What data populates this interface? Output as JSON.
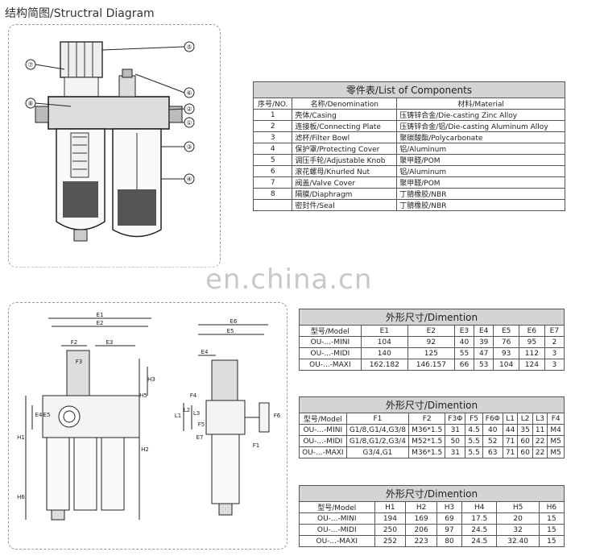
{
  "structural_title": "结构简图/Structral Diagram",
  "diagram_callouts": [
    "⑤",
    "⑦",
    "⑥",
    "⑧",
    "②",
    "①",
    "③",
    "④"
  ],
  "components": {
    "caption": "零件表/List of Components",
    "headers": [
      "序号/NO.",
      "名称/Denomination",
      "材料/Material"
    ],
    "rows": [
      {
        "no": "1",
        "name": "壳体/Casing",
        "material": "压铸锌合金/Die-casting Zinc Alloy"
      },
      {
        "no": "2",
        "name": "连接板/Connecting Plate",
        "material": "压铸锌合金/铝/Die-casting Aluminum Alloy"
      },
      {
        "no": "3",
        "name": "滤杯/Filter Bowl",
        "material": "聚碳酸酯/Polycarbonate"
      },
      {
        "no": "4",
        "name": "保护罩/Protecting Cover",
        "material": "铝/Aluminum"
      },
      {
        "no": "5",
        "name": "调压手轮/Adjustable Knob",
        "material": "聚甲醛/POM"
      },
      {
        "no": "6",
        "name": "滚花螺母/Knurled Nut",
        "material": "铝/Aluminum"
      },
      {
        "no": "7",
        "name": "阀盖/Valve Cover",
        "material": "聚甲醛/POM"
      },
      {
        "no": "8",
        "name": "隔膜/Diaphragm",
        "material": "丁腈橡胶/NBR"
      },
      {
        "no": "",
        "name": "密封件/Seal",
        "material": "丁腈橡胶/NBR"
      }
    ]
  },
  "dim1": {
    "caption": "外形尺寸/Dimention",
    "headers": [
      "型号/Model",
      "E1",
      "E2",
      "E3",
      "E4",
      "E5",
      "E6",
      "E7"
    ],
    "rows": [
      [
        "OU-...-MINI",
        "104",
        "92",
        "40",
        "39",
        "76",
        "95",
        "2"
      ],
      [
        "OU-...-MIDI",
        "140",
        "125",
        "55",
        "47",
        "93",
        "112",
        "3"
      ],
      [
        "OU-...-MAXI",
        "162.182",
        "146.157",
        "66",
        "53",
        "104",
        "124",
        "3"
      ]
    ]
  },
  "dim2": {
    "caption": "外形尺寸/Dimention",
    "headers": [
      "型号/Model",
      "F1",
      "F2",
      "F3Φ",
      "F5",
      "F6Φ",
      "L1",
      "L2",
      "L3",
      "F4"
    ],
    "rows": [
      [
        "OU-...-MINI",
        "G1/8,G1/4,G3/8",
        "M36*1.5",
        "31",
        "4.5",
        "40",
        "44",
        "35",
        "11",
        "M4"
      ],
      [
        "OU-...-MIDI",
        "G1/8,G1/2,G3/4",
        "M52*1.5",
        "50",
        "5.5",
        "52",
        "71",
        "60",
        "22",
        "M5"
      ],
      [
        "OU-...-MAXI",
        "G3/4,G1",
        "M36*1.5",
        "31",
        "5.5",
        "63",
        "71",
        "60",
        "22",
        "M5"
      ]
    ]
  },
  "dim3": {
    "caption": "外形尺寸/Dimention",
    "headers": [
      "型号/Model",
      "H1",
      "H2",
      "H3",
      "H4",
      "H5",
      "H6"
    ],
    "rows": [
      [
        "OU-...-MINI",
        "194",
        "169",
        "69",
        "17.5",
        "20",
        "15"
      ],
      [
        "OU-...-MIDI",
        "250",
        "206",
        "97",
        "24.5",
        "32",
        "15"
      ],
      [
        "OU-...-MAXI",
        "252",
        "223",
        "80",
        "24.5",
        "32.40",
        "15"
      ]
    ]
  },
  "dimension_drawing_labels": {
    "front": [
      "E1",
      "E2",
      "E3",
      "F2",
      "F3",
      "E4",
      "E5",
      "H1",
      "H2",
      "H3",
      "H5",
      "H6"
    ],
    "side": [
      "E6",
      "E5",
      "F6",
      "L1",
      "L2",
      "L3",
      "E4",
      "E7",
      "F1",
      "F5",
      "F4"
    ]
  },
  "watermark": "en.china.cn"
}
